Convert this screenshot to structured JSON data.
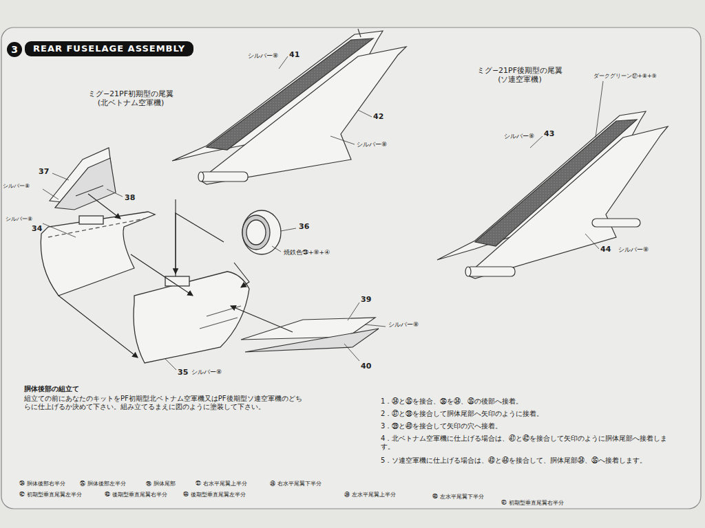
{
  "diagram": {
    "title": "REAR FUSELAGE ASSEMBLY",
    "labels": [
      "3",
      "ミグ−21PF初期型の尾翼 (北ベトナム空軍機)",
      "シルバー⑧",
      "41",
      "42",
      "シルバー⑧",
      "ミグ−21PF後期型の尾翼 (ソ連空軍機)",
      "ダークグリーン⑰+⑧+⑨",
      "シルバー⑧",
      "43",
      "44",
      "シルバー⑧",
      "37",
      "シルバー⑧",
      "38",
      "シルバー⑧",
      "34",
      "36",
      "焼鉄色㉘+⑧+④",
      "39",
      "シルバー⑧",
      "40",
      "35",
      "シルバー⑧",
      "胴体後部の組立て",
      "組立ての前にあなたのキットをPF初期型北ベトナム空軍機又はPF後期型ソ連空軍機のどちらに仕上げるか決めて下さい。組み立てるまえに図のように塗装して下さい。",
      "1．㉞と㉟を接合、㊱を㉞、㉟の後部へ接着。",
      "2．㊲と㊳を接合して胴体尾部へ矢印のように接着。",
      "3．㊴と㊵を接合して矢印の穴へ接着。",
      "4．北ベトナム空軍機に仕上げる場合は、㊶と㊷を接合して矢印のように胴体尾部へ接着します。",
      "5．ソ連空軍機に仕上げる場合は、㊸と㊹を接合して、胴体尾部㉞、㉟へ接着します。",
      "㉞ 胴体後部右半分",
      "㉟ 胴体後部左半分",
      "㊱ 胴体尾部",
      "㊲ 右水平尾翼上半分",
      "㊳ 右水平尾翼下半分",
      "㊷ 初期型垂直尾翼左半分",
      "㊸ 後期型垂直尾翼右半分",
      "㊹ 後期型垂直尾翼左半分",
      "㊴ 左水平尾翼上半分",
      "㊵ 左水平尾翼下半分",
      "㊶ 初期型垂直尾翼右半分"
    ]
  }
}
